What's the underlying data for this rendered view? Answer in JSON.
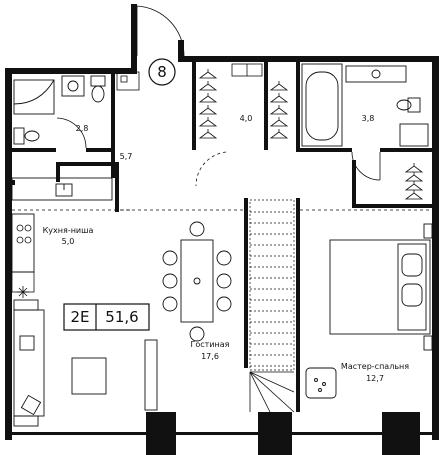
{
  "marker": "8",
  "badge": {
    "type": "2E",
    "area": "51,6"
  },
  "rooms": [
    {
      "key": "bath_small",
      "name": "",
      "area": "2,8"
    },
    {
      "key": "wardrobe",
      "name": "",
      "area": "4,0"
    },
    {
      "key": "bathroom",
      "name": "",
      "area": "3,8"
    },
    {
      "key": "hall",
      "name": "",
      "area": "5,7"
    },
    {
      "key": "kitchen",
      "name": "Кухня-ниша",
      "area": "5,0"
    },
    {
      "key": "living",
      "name": "Гостиная",
      "area": "17,6"
    },
    {
      "key": "master",
      "name": "Мастер-спальня",
      "area": "12,7"
    }
  ],
  "icons": [
    "compass-marker-icon",
    "toilet-icon",
    "sink-icon",
    "bathtub-icon",
    "shower-icon",
    "bed-icon",
    "table-icon",
    "chair-icon",
    "sofa-icon",
    "stairs-icon",
    "stove-icon",
    "hanger-icon",
    "door-icon",
    "snowflake-icon"
  ],
  "colors": {
    "wall": "#111111",
    "background": "#ffffff"
  }
}
